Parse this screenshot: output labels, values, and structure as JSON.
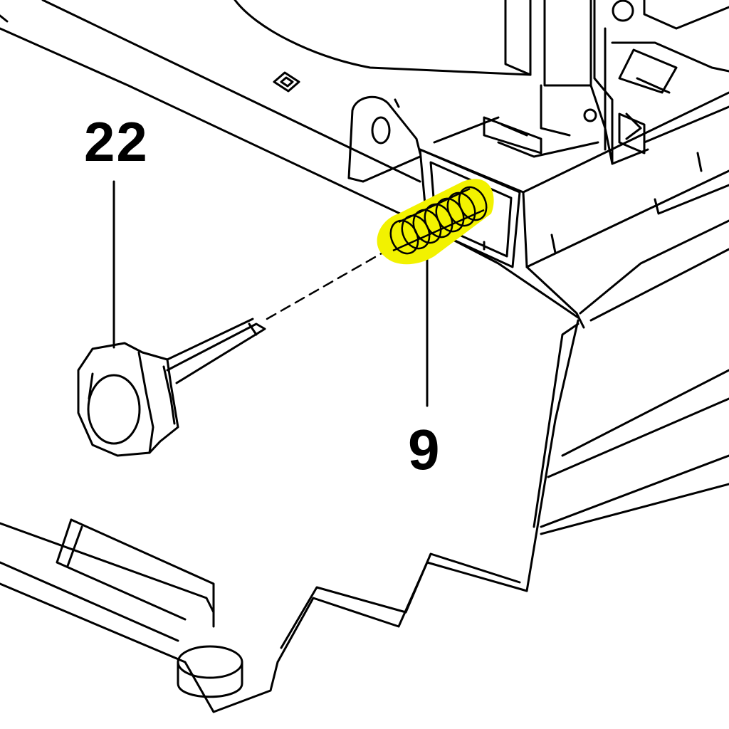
{
  "callouts": [
    {
      "number": "22",
      "part": "knob-bolt"
    },
    {
      "number": "9",
      "part": "spring"
    }
  ],
  "highlight_color": "#f2f200",
  "line_color": "#000000",
  "background_color": "#ffffff"
}
